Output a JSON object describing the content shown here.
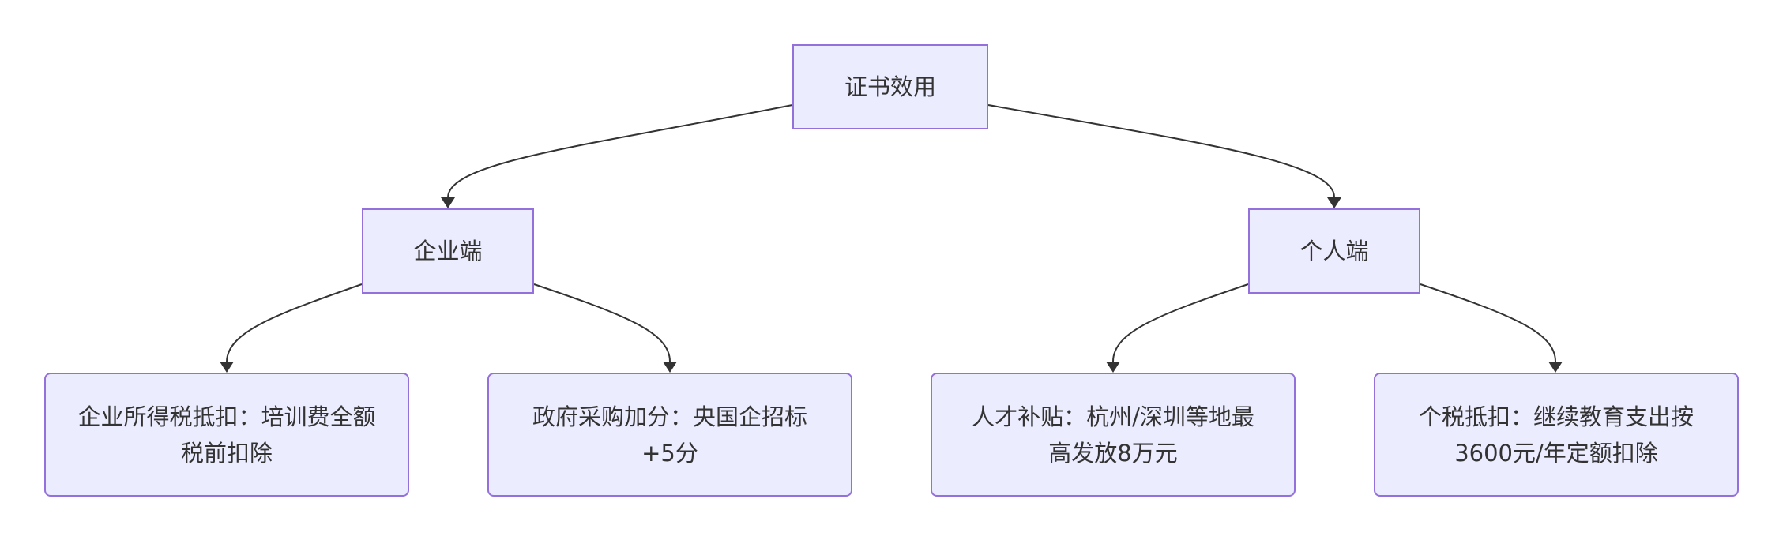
{
  "diagram": {
    "root": {
      "label": "证书效用"
    },
    "branches": [
      {
        "label": "企业端",
        "children": [
          {
            "label": "企业所得税抵扣：培训费全额税前扣除"
          },
          {
            "label": "政府采购加分：央国企招标+5分"
          }
        ]
      },
      {
        "label": "个人端",
        "children": [
          {
            "label": "人才补贴：杭州/深圳等地最高发放8万元"
          },
          {
            "label": "个税抵扣：继续教育支出按3600元/年定额扣除"
          }
        ]
      }
    ],
    "colors": {
      "node_fill": "#ececff",
      "node_border": "#9370db",
      "edge": "#333333",
      "text": "#333333"
    }
  }
}
